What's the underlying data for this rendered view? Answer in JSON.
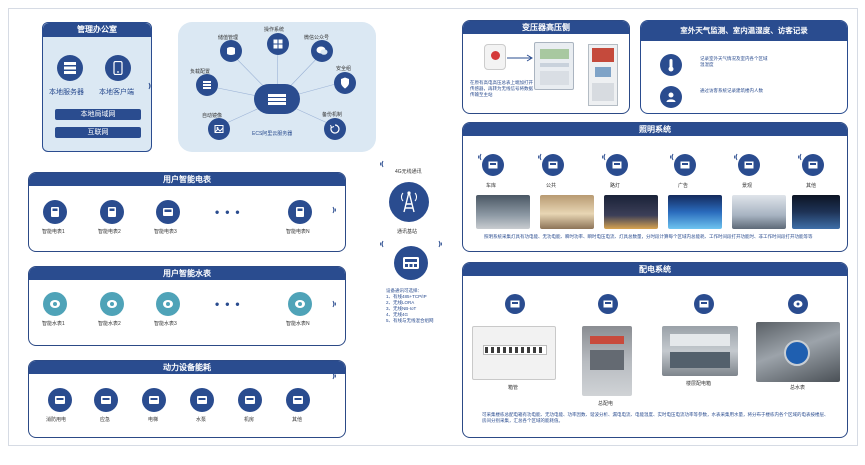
{
  "office": {
    "title": "管理办公室",
    "server": "本地服务器",
    "client": "本地客户端",
    "lan": "本地局域网",
    "internet": "互联网"
  },
  "cloud": {
    "center": "ECS阿里云服务器",
    "nodes": [
      "储值管理",
      "操作系统",
      "微信公众号",
      "负载配置",
      "安全组",
      "自动镜像",
      "备份机制"
    ]
  },
  "electric": {
    "title": "用户智能电表",
    "meters": [
      "智能电表1",
      "智能电表2",
      "智能电表3",
      "智能电表N"
    ]
  },
  "water": {
    "title": "用户智能水表",
    "meters": [
      "智能水表1",
      "智能水表2",
      "智能水表3",
      "智能水表N"
    ]
  },
  "power": {
    "title": "动力设备能耗",
    "items": [
      "消防用电",
      "应急",
      "电梯",
      "水泵",
      "机房",
      "其他"
    ]
  },
  "comm": {
    "label4g": "4G无线通讯",
    "base": "通讯基站",
    "intro": "设备通讯可选择：",
    "options": [
      "1、有线485+TCP/IP",
      "2、无线LORA",
      "3、无线NB-IoT",
      "4、无线4G",
      "5、有线与无线混合组网"
    ]
  },
  "transformer": {
    "title": "变压器高压侧",
    "desc": "在原有高电高压总表上端加打开传感器，再转为无线信号将数据传输至主站"
  },
  "env": {
    "title": "室外天气监测、室内温湿度、访客记录",
    "item1": "记录室外天气情况及室内各个区域温湿度",
    "item2": "通过访客系统记录建筑楼内人数"
  },
  "lighting": {
    "title": "照明系统",
    "items": [
      "车库",
      "公共",
      "路灯",
      "广告",
      "景观",
      "其他"
    ],
    "desc": "照明系统采集灯具有功电能、无功电能、瞬时功率、瞬时电压电流、灯具总数量，分时段计算每个区域内总能耗、工作时间段打开功能时、非工作时间段打开功能等等"
  },
  "distribution": {
    "title": "配电系统",
    "captions": [
      "箱管",
      "总配电",
      "楼层配电箱",
      "总水表"
    ],
    "desc": "可采集楼栋总配电箱有功电能、无功电能、功率因数、谐波分析、漏电电流、电能温度、实时电压电流功率等参数，水表采集用水量，将分布于楼栋内各个区域的电表按楼层、房间分别采集，汇总各个区域的能耗值。"
  },
  "colors": {
    "brand": "#2a4c8f",
    "accent": "#4a6db5",
    "light": "#dbe8f3"
  }
}
